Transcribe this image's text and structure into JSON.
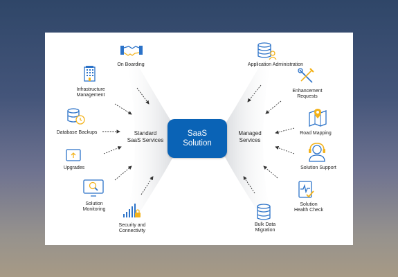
{
  "colors": {
    "primary": "#0a63b6",
    "icon": "#2b72c8",
    "accent": "#f3b21a",
    "arrow": "#333333"
  },
  "hub": {
    "label": "SaaS\nSolution"
  },
  "groups": {
    "left": "Standard\nSaaS Services",
    "right": "Managed\nServices"
  },
  "left_items": [
    {
      "label": "On Boarding",
      "icon": "handshake-icon"
    },
    {
      "label": "Infrastructure\nManagement",
      "icon": "building-icon"
    },
    {
      "label": "Database Backups",
      "icon": "database-clock-icon"
    },
    {
      "label": "Upgrades",
      "icon": "upgrade-window-icon"
    },
    {
      "label": "Solution\nMonitoring",
      "icon": "monitor-search-icon"
    },
    {
      "label": "Security and\nConnectivity",
      "icon": "signal-lock-icon"
    }
  ],
  "right_items": [
    {
      "label": "Application Administration",
      "icon": "database-user-icon"
    },
    {
      "label": "Enhancement\nRequests",
      "icon": "tools-icon"
    },
    {
      "label": "Road Mapping",
      "icon": "map-pin-icon"
    },
    {
      "label": "Solution Support",
      "icon": "headset-agent-icon"
    },
    {
      "label": "Solution\nHealth Check",
      "icon": "health-check-icon"
    },
    {
      "label": "Bulk Data\nMigration",
      "icon": "database-stack-icon"
    }
  ]
}
